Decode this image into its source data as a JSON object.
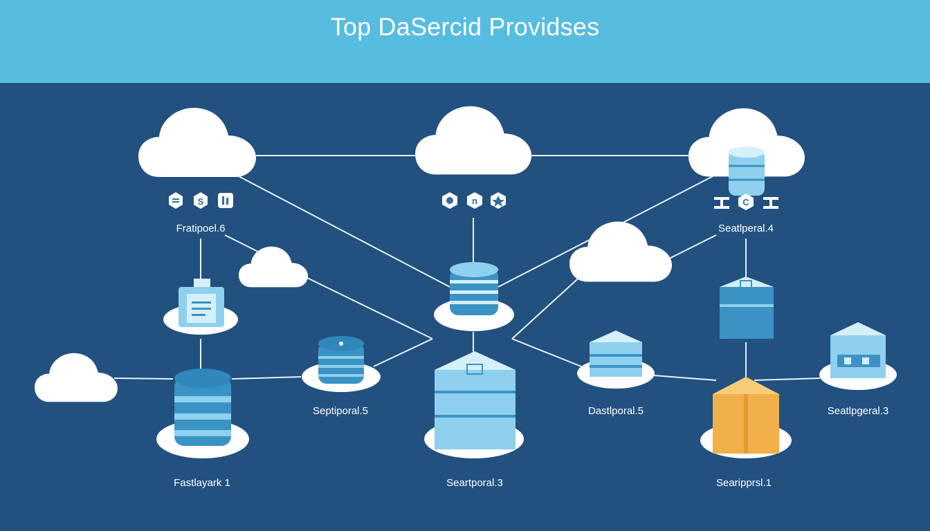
{
  "header": {
    "title": "Top DaSercid Providses"
  },
  "labels": {
    "l1": "Fratipoel.6",
    "l2": "Seatlperal.4",
    "l3": "Septiporal.5",
    "l4": "Dastlporal.5",
    "l5": "Seatlpgeral.3",
    "l6": "Fastlayark 1",
    "l7": "Seartporal.3",
    "l8": "Searipprsl.1"
  },
  "colors": {
    "background": "#22507f",
    "header": "#57bde0",
    "server_light": "#8fd0ee",
    "server_dark": "#3a93c4",
    "accent_orange": "#f2b04b",
    "cloud": "#ffffff"
  },
  "icons": [
    "cloud-icon",
    "database-icon",
    "server-icon",
    "cube-icon",
    "package-icon",
    "document-icon"
  ]
}
